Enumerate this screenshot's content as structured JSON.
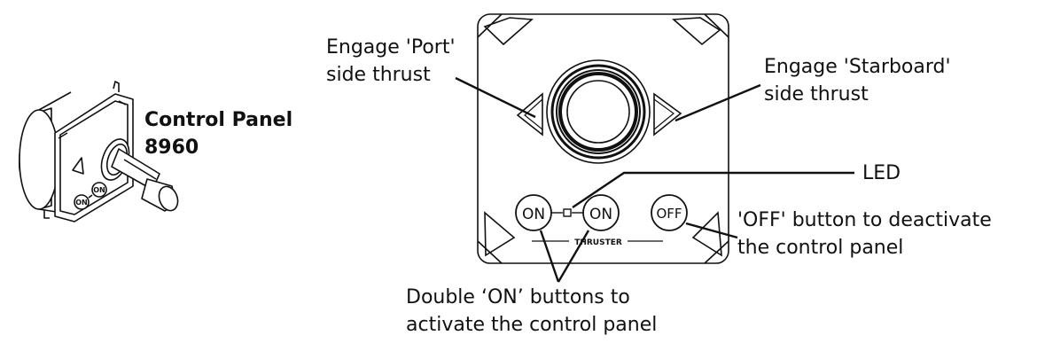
{
  "title": {
    "line1": "Control Panel",
    "line2": "8960"
  },
  "panel_buttons": {
    "on_left": "ON",
    "on_right": "ON",
    "off": "OFF",
    "brand": "THRUSTER"
  },
  "mini_panel_buttons": {
    "on_1": "ON",
    "on_2": "ON"
  },
  "callouts": {
    "port": [
      "Engage 'Port'",
      "side thrust"
    ],
    "starboard": [
      "Engage 'Starboard'",
      "side thrust"
    ],
    "led": "LED",
    "off": [
      "'OFF' button to deactivate",
      "the control panel"
    ],
    "double_on": [
      "Double ‘ON’ buttons to",
      "activate the control panel"
    ]
  }
}
